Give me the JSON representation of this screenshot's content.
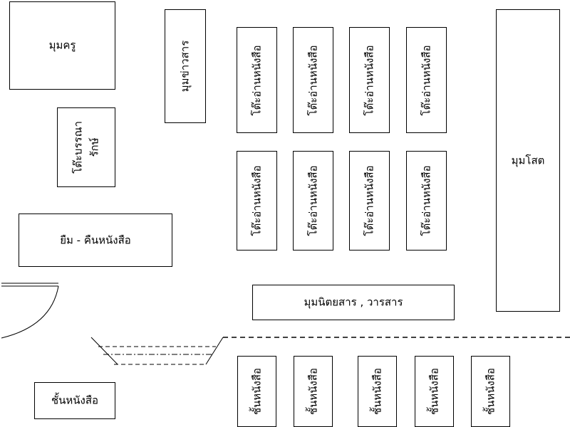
{
  "zones": {
    "teacher_corner": "มุมครู",
    "news_corner": "มุมข่าวสาร",
    "librarian_desk_line1": "โต๊ะบรรณา",
    "librarian_desk_line2": "รักษ์",
    "borrow_return": "ยืม - คืนหนังสือ",
    "av_corner": "มุมโสต",
    "magazine_corner": "มุมนิตยสาร , วารสาร",
    "bookshelf_small": "ชั้นหนังสือ"
  },
  "reading_tables": [
    {
      "label": "โต๊ะอ่านหนังสือ"
    },
    {
      "label": "โต๊ะอ่านหนังสือ"
    },
    {
      "label": "โต๊ะอ่านหนังสือ"
    },
    {
      "label": "โต๊ะอ่านหนังสือ"
    },
    {
      "label": "โต๊ะอ่านหนังสือ"
    },
    {
      "label": "โต๊ะอ่านหนังสือ"
    },
    {
      "label": "โต๊ะอ่านหนังสือ"
    },
    {
      "label": "โต๊ะอ่านหนังสือ"
    }
  ],
  "bookshelves": [
    {
      "label": "ชั้นหนังสือ"
    },
    {
      "label": "ชั้นหนังสือ"
    },
    {
      "label": "ชั้นหนังสือ"
    },
    {
      "label": "ชั้นหนังสือ"
    },
    {
      "label": "ชั้นหนังสือ"
    }
  ]
}
